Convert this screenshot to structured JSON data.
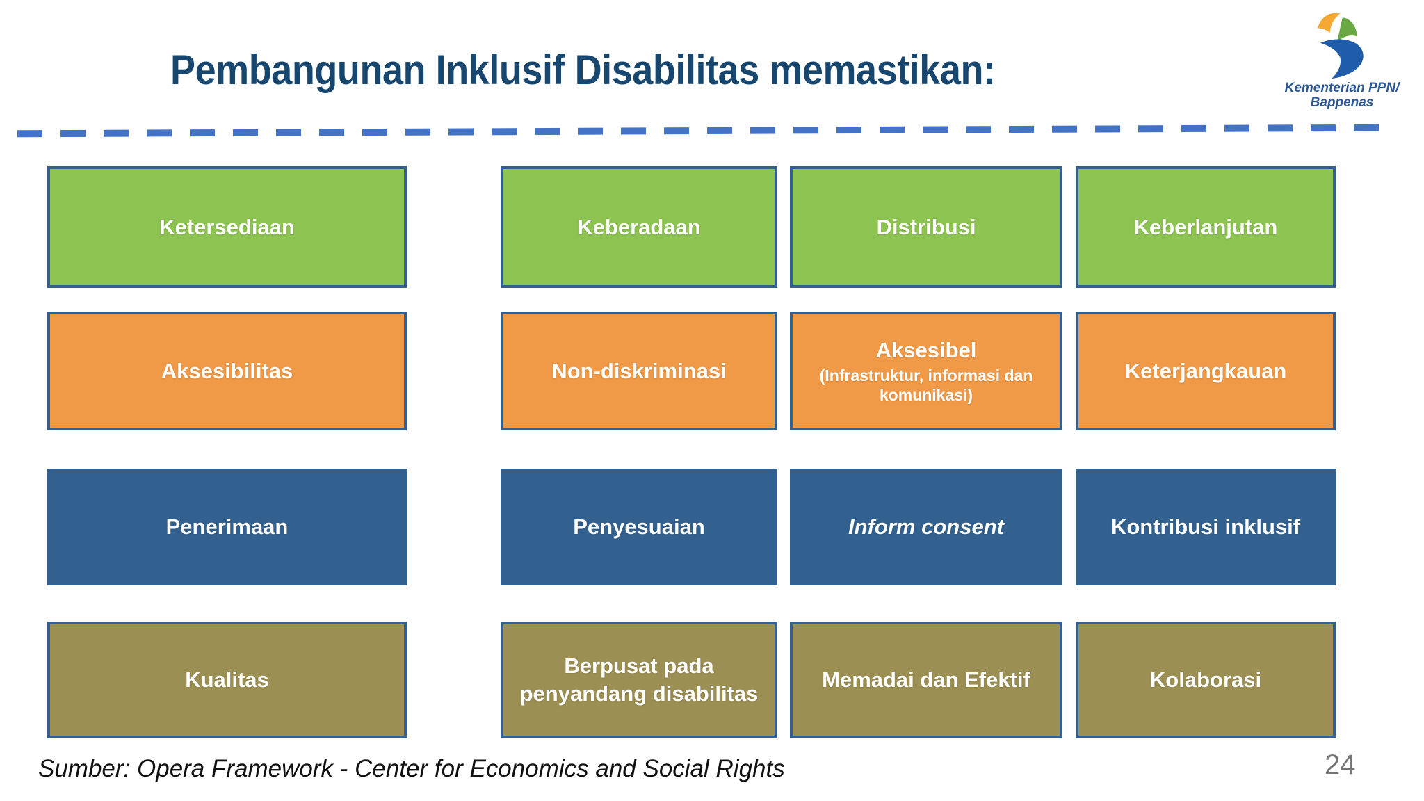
{
  "slide": {
    "title": "Pembangunan Inklusif Disabilitas memastikan:",
    "source": "Sumber: Opera Framework - Center for Economics and Social Rights",
    "page_number": "24"
  },
  "logo": {
    "org_line1": "Kementerian PPN/",
    "org_line2": "Bappenas"
  },
  "colors": {
    "title": "#17466F",
    "dash": "#4472C4",
    "green": "#8DC351",
    "orange": "#F09A47",
    "blue": "#33618F",
    "olive": "#9C8F53",
    "border": "#35608D",
    "logotext": "#2B5797",
    "page": "#767676",
    "logo_orange": "#F5A833",
    "logo_green": "#6AA843",
    "logo_blue": "#1F5CA9"
  },
  "grid": {
    "rows": [
      {
        "color": "green",
        "cells": [
          {
            "label": "Ketersediaan"
          },
          {
            "label": "Keberadaan"
          },
          {
            "label": "Distribusi"
          },
          {
            "label": "Keberlanjutan"
          }
        ]
      },
      {
        "color": "orange",
        "cells": [
          {
            "label": "Aksesibilitas"
          },
          {
            "label": "Non-diskriminasi"
          },
          {
            "label": "Aksesibel",
            "sublabel": "(Infrastruktur, informasi dan komunikasi)"
          },
          {
            "label": "Keterjangkauan"
          }
        ]
      },
      {
        "color": "blue",
        "cells": [
          {
            "label": "Penerimaan"
          },
          {
            "label": "Penyesuaian"
          },
          {
            "label": "Inform consent",
            "italic": true
          },
          {
            "label": "Kontribusi inklusif"
          }
        ]
      },
      {
        "color": "olive",
        "cells": [
          {
            "label": "Kualitas"
          },
          {
            "label": "Berpusat pada penyandang disabilitas"
          },
          {
            "label": "Memadai dan Efektif"
          },
          {
            "label": "Kolaborasi"
          }
        ]
      }
    ]
  }
}
